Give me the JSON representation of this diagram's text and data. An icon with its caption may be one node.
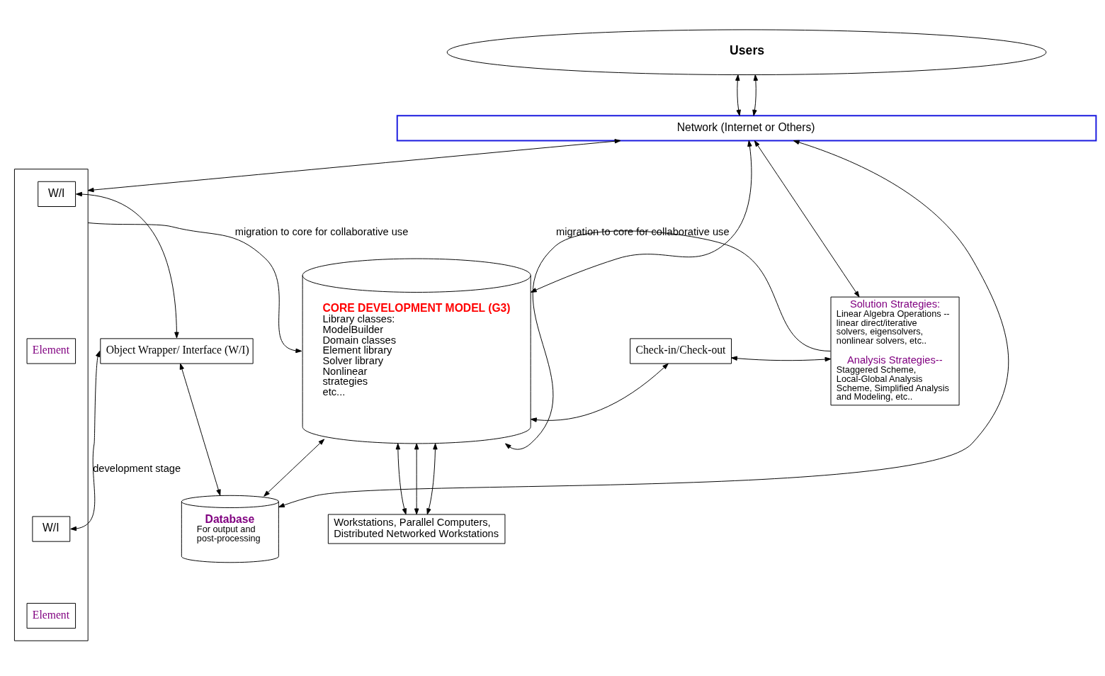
{
  "diagram": {
    "nodes": [
      {
        "text": [
          "Users"
        ]
      },
      {
        "text": [
          "Network (Internet or Others)"
        ]
      },
      {
        "text": [],
        "shape": "box"
      },
      {
        "text": [
          "W/I"
        ],
        "in": 2
      },
      {
        "text": [
          "Element"
        ],
        "in": 2
      },
      {
        "text": [
          "W/I"
        ],
        "in": 2
      },
      {
        "text": [
          "Element"
        ],
        "in": 2
      },
      {
        "text": [
          "Object Wrapper/ Interface (W/I)"
        ]
      },
      {
        "text": [
          "CORE DEVELOPMENT MODEL (G3)",
          "Library classes: ModelBuilder Domain classes Element library Solver library Nonlinear strategies etc..."
        ]
      },
      {
        "text": [
          "Check-in/Check-out"
        ]
      },
      {
        "text": [
          "Solution Strategies:",
          "Linear Algebra Operations -- linear direct/iterative solvers, eigensolvers, nonlinear solvers, etc..",
          "Analysis Strategies--",
          "Staggered Scheme, Local-Global Analysis Scheme, Simplified Analysis and Modeling, etc.."
        ]
      },
      {
        "text": [
          "Database",
          "For output and post-processing"
        ]
      },
      {
        "text": [
          "Workstations, Parallel Computers, Distributed Networked Workstations"
        ]
      }
    ],
    "edges": [
      {
        "from": 0,
        "to": 1,
        "arrow": "both"
      },
      {
        "from": 0,
        "to": 1,
        "arrow": "both"
      },
      {
        "from": 1,
        "to": 2,
        "arrow": "both"
      },
      {
        "from": 1,
        "to": 8,
        "arrow": "both"
      },
      {
        "from": 1,
        "to": 10,
        "arrow": "both"
      },
      {
        "from": 1,
        "to": 11,
        "arrow": "both"
      },
      {
        "from": 3,
        "to": 7,
        "arrow": "both"
      },
      {
        "from": 5,
        "to": 7,
        "arrow": "both",
        "label": "development stage"
      },
      {
        "from": 2,
        "to": 8,
        "arrow": "to",
        "label": "migration to core for collaborative use"
      },
      {
        "from": 7,
        "to": 11,
        "arrow": "both"
      },
      {
        "from": 11,
        "to": 8,
        "arrow": "both"
      },
      {
        "from": 8,
        "to": 9,
        "arrow": "both"
      },
      {
        "from": 9,
        "to": 10,
        "arrow": "both"
      },
      {
        "from": 10,
        "to": 8,
        "arrow": "to",
        "label": "migration to core for collaborative use"
      },
      {
        "from": 8,
        "to": 12,
        "arrow": "both"
      },
      {
        "from": 8,
        "to": 12,
        "arrow": "both"
      },
      {
        "from": 8,
        "to": 12,
        "arrow": "both"
      }
    ]
  }
}
